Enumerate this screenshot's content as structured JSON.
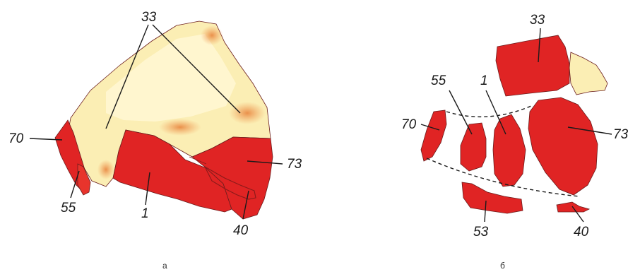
{
  "colors": {
    "red": "#e02424",
    "cream": "#fbeeb4",
    "cream_light": "#fff6cf",
    "orange": "#f2a35e"
  },
  "panel_a": {
    "caption": "а",
    "labels": {
      "l33": "33",
      "l70": "70",
      "l55": "55",
      "l1": "1",
      "l73": "73",
      "l40": "40"
    }
  },
  "panel_b": {
    "caption": "б",
    "labels": {
      "l33": "33",
      "l55": "55",
      "l1": "1",
      "l70": "70",
      "l73": "73",
      "l53": "53",
      "l40": "40"
    }
  }
}
